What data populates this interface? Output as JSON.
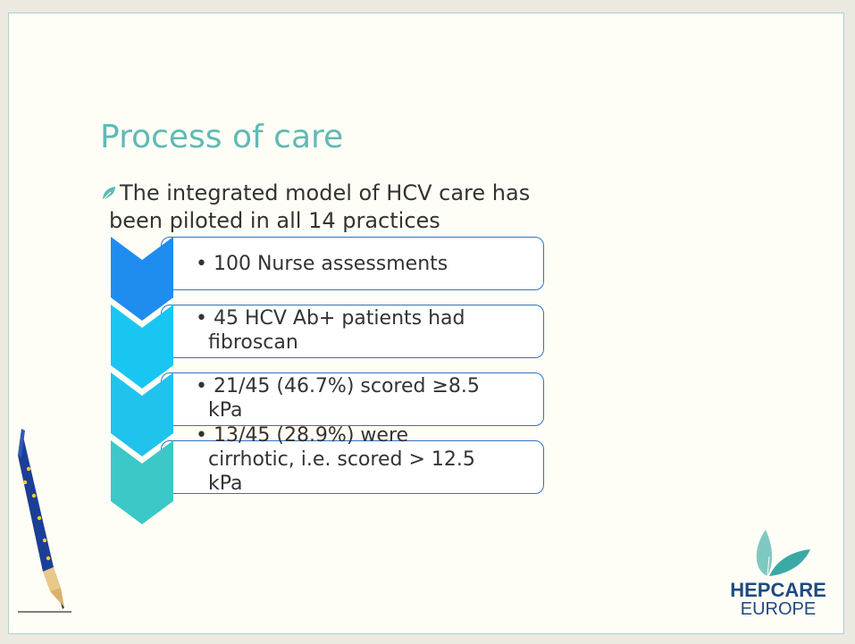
{
  "title": "Process of care",
  "intro": {
    "line1": "The integrated model of HCV care has",
    "line2": "been piloted in all 14 practices"
  },
  "steps": [
    {
      "lines": [
        "• 100 Nurse assessments"
      ],
      "color": "#1f8cf0"
    },
    {
      "lines": [
        "• 45 HCV Ab+ patients had",
        "fibroscan"
      ],
      "color": "#19c6f2"
    },
    {
      "lines": [
        "• 21/45 (46.7%) scored ≥8.5",
        "kPa"
      ],
      "color": "#20c3ec"
    },
    {
      "lines": [
        "• 13/45 (28.9%) were",
        "cirrhotic, i.e. scored > 12.5",
        "kPa"
      ],
      "color": "#3cc8c8"
    }
  ],
  "logo": {
    "line1": "HEPCARE",
    "line2": "EUROPE"
  },
  "colors": {
    "title": "#5fbab5",
    "border": "#2e73c8",
    "logo_text": "#1e4a80"
  }
}
